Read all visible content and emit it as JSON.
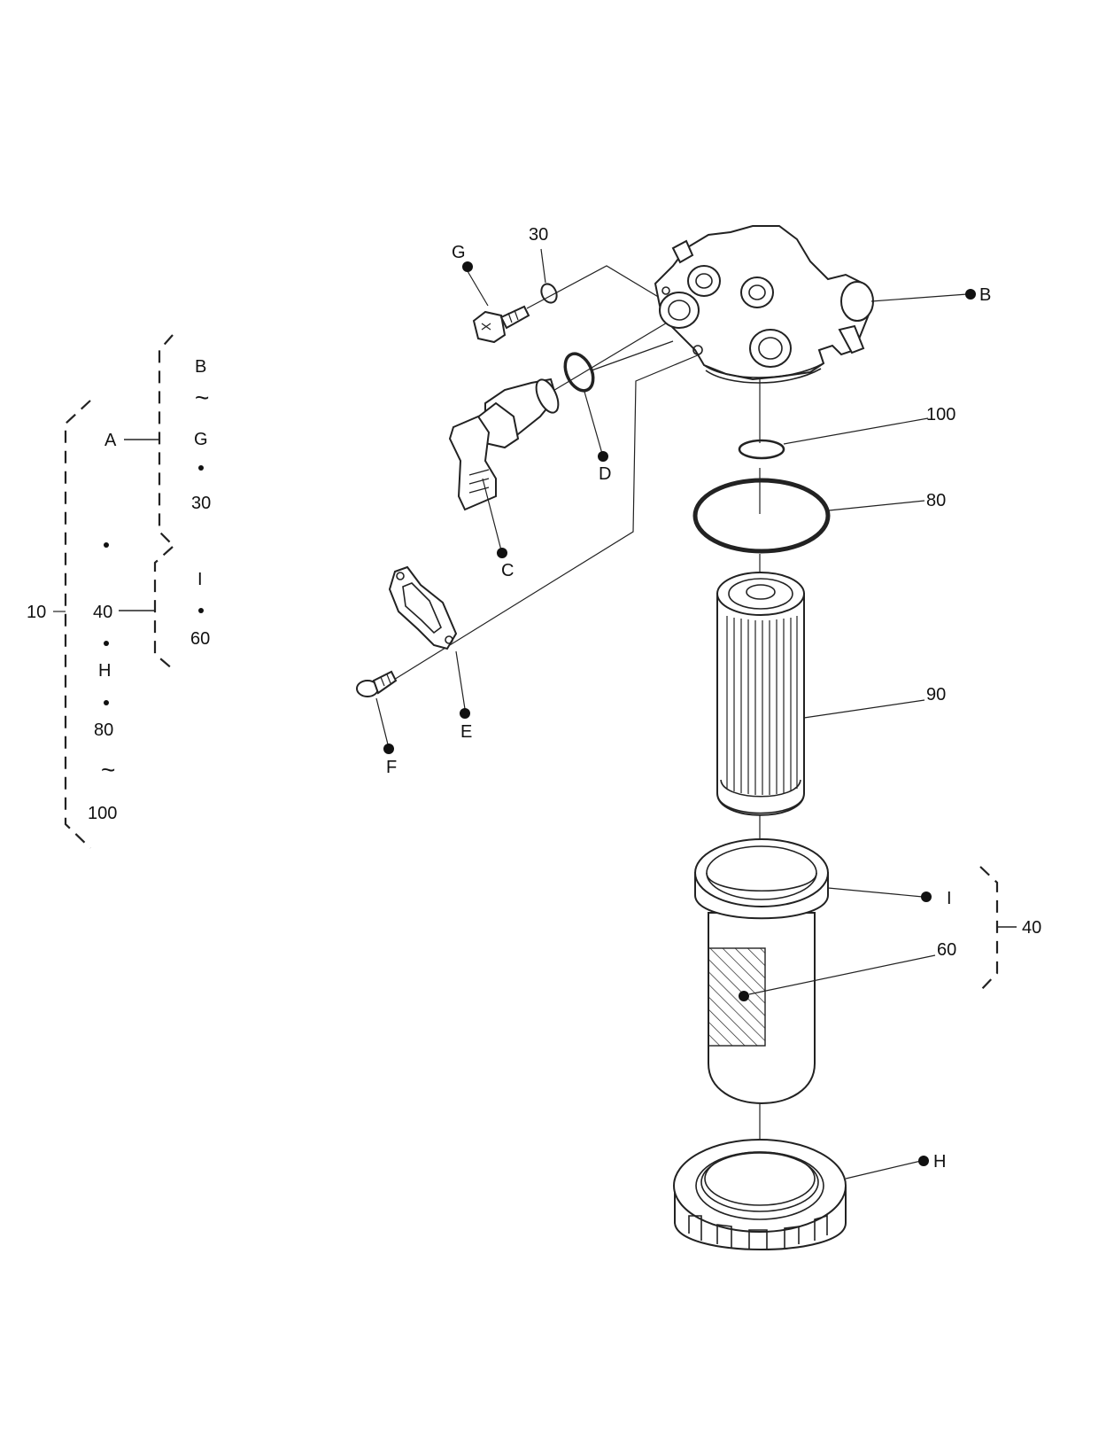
{
  "callouts": {
    "item_30": "30",
    "item_g": "G",
    "item_b": "B",
    "item_d": "D",
    "item_c": "C",
    "item_e": "E",
    "item_f": "F",
    "item_100": "100",
    "item_80": "80",
    "item_90": "90",
    "item_i": "I",
    "item_60": "60",
    "item_40": "40",
    "item_h": "H"
  },
  "legend": {
    "assembly_10": "10",
    "group_a": "A",
    "a_from": "B",
    "a_tilde": "~",
    "a_mid": "G",
    "a_end": "30",
    "group_40": "40",
    "g40_first": "I",
    "g40_second": "60",
    "after_40": "H",
    "item_80": "80",
    "tilde_2": "~",
    "item_100": "100"
  }
}
